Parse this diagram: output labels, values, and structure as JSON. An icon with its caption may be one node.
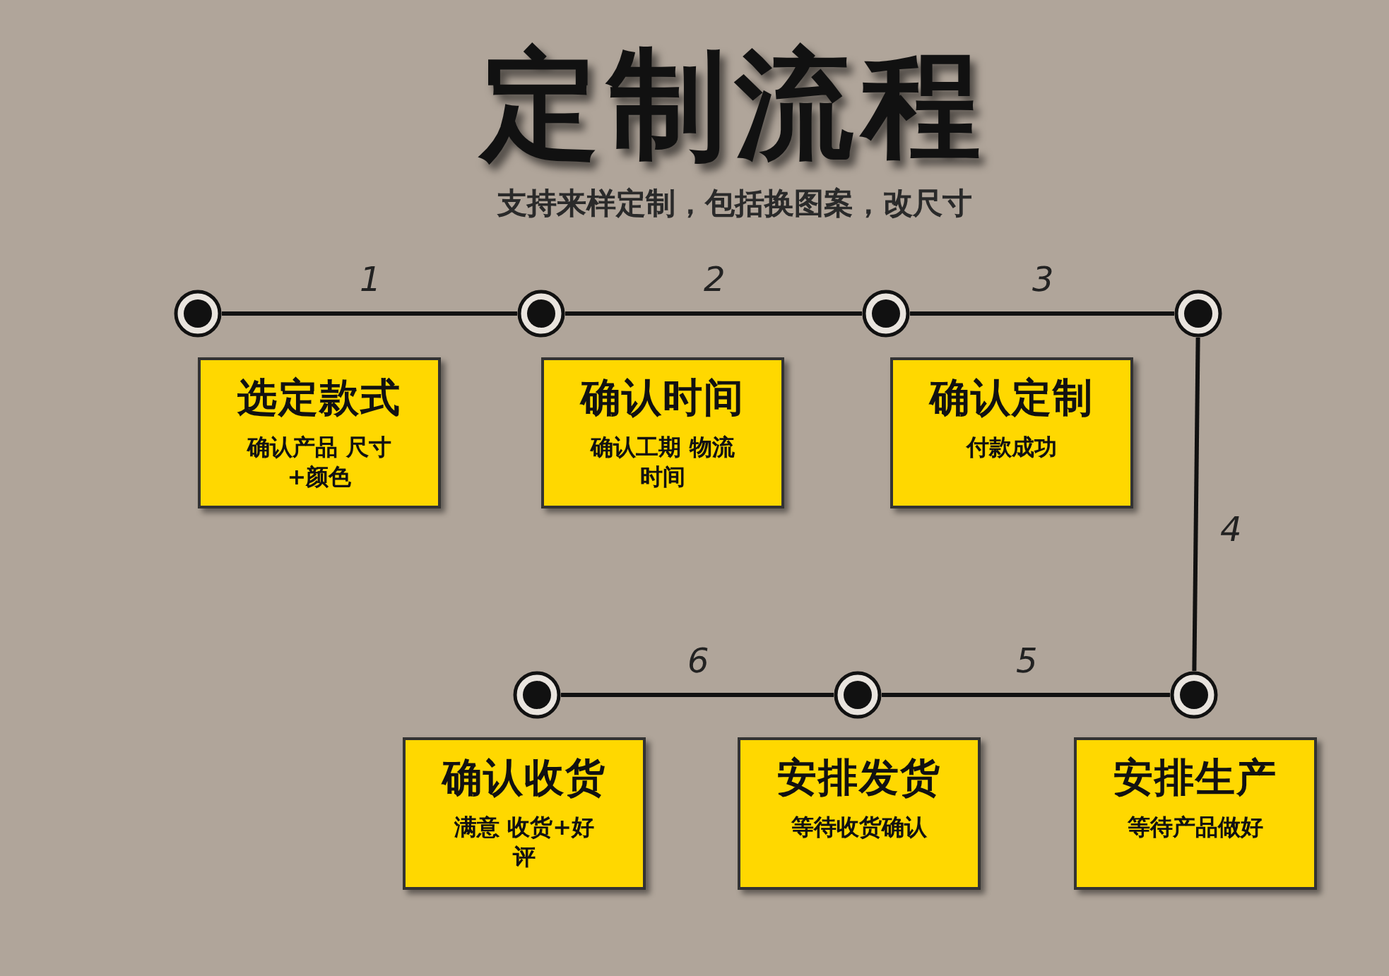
{
  "diagram": {
    "title": "定制流程",
    "caption": "支持来样定制，包括换图案，改尺寸",
    "nodes": [
      {
        "text": [],
        "shape": "circle"
      },
      {
        "text": [],
        "shape": "circle"
      },
      {
        "text": [],
        "shape": "circle"
      },
      {
        "text": [],
        "shape": "circle"
      },
      {
        "text": [
          "选定款式",
          "确认产品 尺寸+颜色"
        ]
      },
      {
        "text": [
          "确认时间",
          "确认工期 物流时间"
        ]
      },
      {
        "text": [
          "确认定制",
          "付款成功"
        ]
      },
      {
        "text": [],
        "shape": "circle"
      },
      {
        "text": [],
        "shape": "circle"
      },
      {
        "text": [],
        "shape": "circle"
      },
      {
        "text": [
          "确认收货",
          "满意 收货+好评"
        ]
      },
      {
        "text": [
          "安排发货",
          "等待收货确认"
        ]
      },
      {
        "text": [
          "安排生产",
          "等待产品做好"
        ]
      }
    ],
    "edges": [
      {
        "from": 0,
        "to": 1,
        "arrow": "none",
        "label": "1"
      },
      {
        "from": 1,
        "to": 2,
        "arrow": "none",
        "label": "2"
      },
      {
        "from": 2,
        "to": 3,
        "arrow": "none",
        "label": "3"
      },
      {
        "from": 3,
        "to": 9,
        "arrow": "none",
        "label": "4"
      },
      {
        "from": 9,
        "to": 8,
        "arrow": "none",
        "label": "5"
      },
      {
        "from": 8,
        "to": 7,
        "arrow": "none",
        "label": "6"
      }
    ]
  }
}
